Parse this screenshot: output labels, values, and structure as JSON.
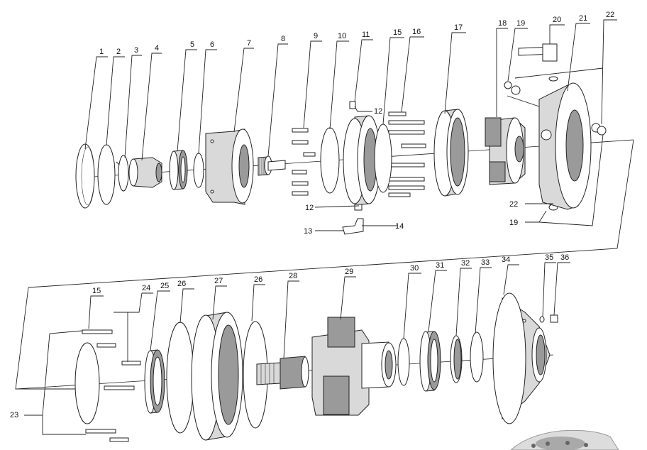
{
  "diagram": {
    "callouts": [
      {
        "id": "c1",
        "label": "1"
      },
      {
        "id": "c2",
        "label": "2"
      },
      {
        "id": "c3",
        "label": "3"
      },
      {
        "id": "c4",
        "label": "4"
      },
      {
        "id": "c5",
        "label": "5"
      },
      {
        "id": "c6",
        "label": "6"
      },
      {
        "id": "c7",
        "label": "7"
      },
      {
        "id": "c8",
        "label": "8"
      },
      {
        "id": "c9",
        "label": "9"
      },
      {
        "id": "c10",
        "label": "10"
      },
      {
        "id": "c11",
        "label": "11"
      },
      {
        "id": "c15a",
        "label": "15"
      },
      {
        "id": "c16",
        "label": "16"
      },
      {
        "id": "c17",
        "label": "17"
      },
      {
        "id": "c18",
        "label": "18"
      },
      {
        "id": "c19a",
        "label": "19"
      },
      {
        "id": "c20",
        "label": "20"
      },
      {
        "id": "c21",
        "label": "21"
      },
      {
        "id": "c22a",
        "label": "22"
      },
      {
        "id": "c12a",
        "label": "12"
      },
      {
        "id": "c12b",
        "label": "12"
      },
      {
        "id": "c13",
        "label": "13"
      },
      {
        "id": "c14",
        "label": "14"
      },
      {
        "id": "c22b",
        "label": "22"
      },
      {
        "id": "c19b",
        "label": "19"
      },
      {
        "id": "c15b",
        "label": "15"
      },
      {
        "id": "c24",
        "label": "24"
      },
      {
        "id": "c25",
        "label": "25"
      },
      {
        "id": "c26a",
        "label": "26"
      },
      {
        "id": "c27",
        "label": "27"
      },
      {
        "id": "c26b",
        "label": "26"
      },
      {
        "id": "c28",
        "label": "28"
      },
      {
        "id": "c29",
        "label": "29"
      },
      {
        "id": "c30",
        "label": "30"
      },
      {
        "id": "c31",
        "label": "31"
      },
      {
        "id": "c32",
        "label": "32"
      },
      {
        "id": "c33",
        "label": "33"
      },
      {
        "id": "c34",
        "label": "34"
      },
      {
        "id": "c35",
        "label": "35"
      },
      {
        "id": "c36",
        "label": "36"
      },
      {
        "id": "c23",
        "label": "23"
      }
    ]
  }
}
